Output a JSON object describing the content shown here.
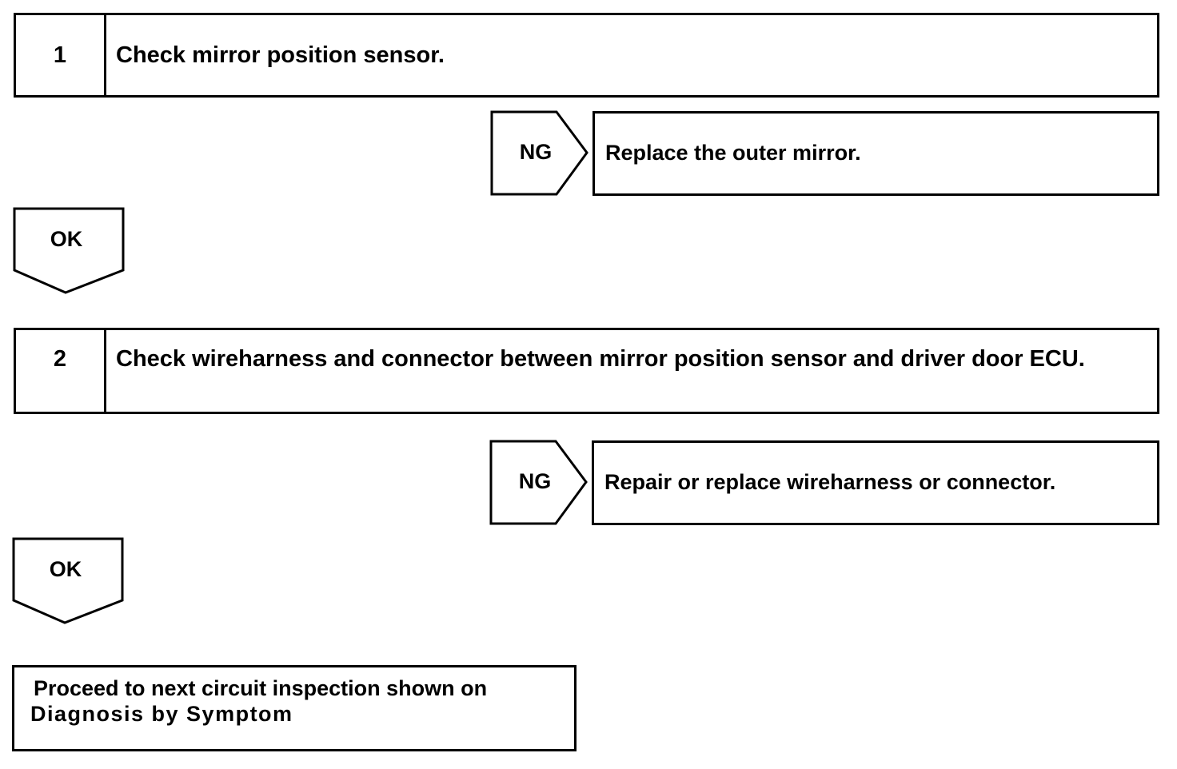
{
  "steps": [
    {
      "number": "1",
      "text": "Check mirror position sensor."
    },
    {
      "number": "2",
      "text": "Check wireharness and connector between mirror position sensor and driver door ECU."
    }
  ],
  "ng_results": [
    {
      "label": "NG",
      "text": "Replace the outer mirror."
    },
    {
      "label": "NG",
      "text": "Repair or replace wireharness or connector."
    }
  ],
  "ok_labels": [
    "OK",
    "OK"
  ],
  "final": {
    "line1": "Proceed to next circuit inspection shown on",
    "line2": "Diagnosis by Symptom"
  }
}
